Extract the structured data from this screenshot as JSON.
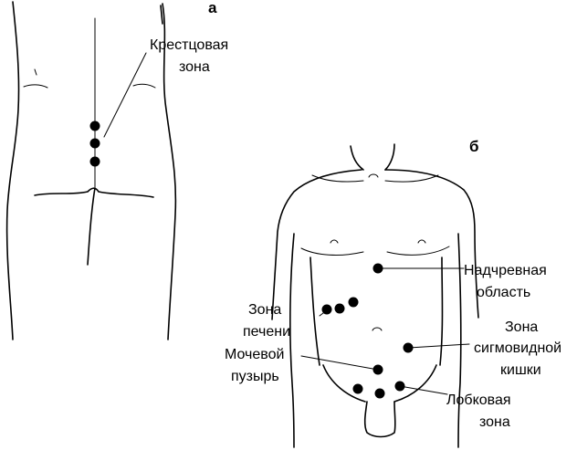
{
  "figure_a": {
    "panel_letter": "а",
    "labels": {
      "sacral_line1": "Крестцовая",
      "sacral_line2": "зона"
    }
  },
  "figure_b": {
    "panel_letter": "б",
    "labels": {
      "epigastric_line1": "Надчревная",
      "epigastric_line2": "область",
      "liver_line1": "Зона",
      "liver_line2": "печени",
      "sigmoid_line1": "Зона",
      "sigmoid_line2": "сигмовидной",
      "sigmoid_line3": "кишки",
      "bladder_line1": "Мочевой",
      "bladder_line2": "пузырь",
      "pubic_line1": "Лобковая",
      "pubic_line2": "зона"
    }
  },
  "colors": {
    "ink": "#000000",
    "background": "#ffffff"
  }
}
